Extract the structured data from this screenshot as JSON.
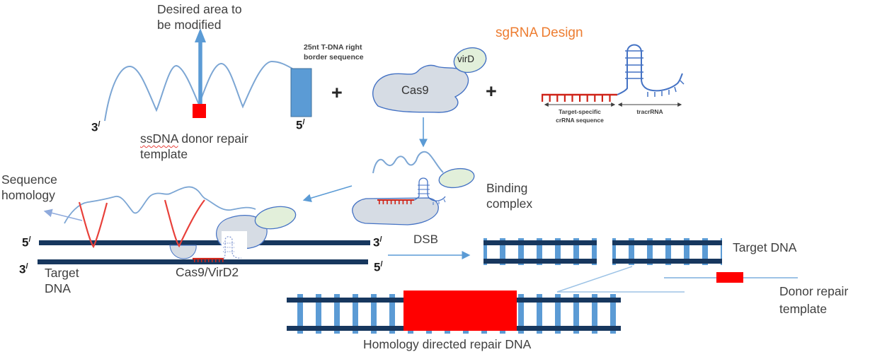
{
  "colors": {
    "accent_blue": "#5b9bd5",
    "navy": "#17375e",
    "sky": "#9dc3e6",
    "line_blue": "#7ca6d4",
    "red": "#ff0000",
    "comb_red": "#cf2318",
    "v_red": "#e8403a",
    "hairpin_blue": "#4472c4",
    "blob_gray": "#d6dce4",
    "vird_green": "#e2efda",
    "orange": "#ed7d31",
    "text": "#3f3f3f"
  },
  "ssdna": {
    "desired_area": {
      "line1": "Desired area to",
      "line2": "be modified"
    },
    "tdna_note": {
      "line1": "25nt T-DNA right",
      "line2": "border sequence"
    },
    "label": {
      "word": "ssDNA",
      "rest": " donor repair",
      "line2": "template"
    },
    "end3": {
      "base": "3",
      "prime": "/"
    },
    "end5": {
      "base": "5",
      "prime": "/"
    }
  },
  "components": {
    "plus1": "+",
    "plus2": "+",
    "cas9": "Cas9",
    "vird": "virD"
  },
  "sgrna": {
    "title": "sgRNA Design",
    "crrna": {
      "line1": "Target-specific",
      "line2": "crRNA sequence"
    },
    "tracrrna": "tracrRNA"
  },
  "binding_complex": {
    "line1": "Binding",
    "line2": "complex"
  },
  "sequence_homology": {
    "line1": "Sequence",
    "line2": "homology"
  },
  "target_dna": {
    "label": {
      "line1": "Target",
      "line2": "DNA"
    },
    "cas9_vird2": "Cas9/VirD2",
    "end5_left": {
      "base": "5",
      "prime": "/"
    },
    "end3_left": {
      "base": "3",
      "prime": "/"
    },
    "end3_right": {
      "base": "3",
      "prime": "/"
    },
    "end5_right": {
      "base": "5",
      "prime": "/"
    },
    "dsb": "DSB"
  },
  "repair": {
    "target_dna": "Target DNA",
    "donor": {
      "line1": "Donor repair",
      "line2": "template"
    },
    "hdr": "Homology directed repair DNA"
  }
}
